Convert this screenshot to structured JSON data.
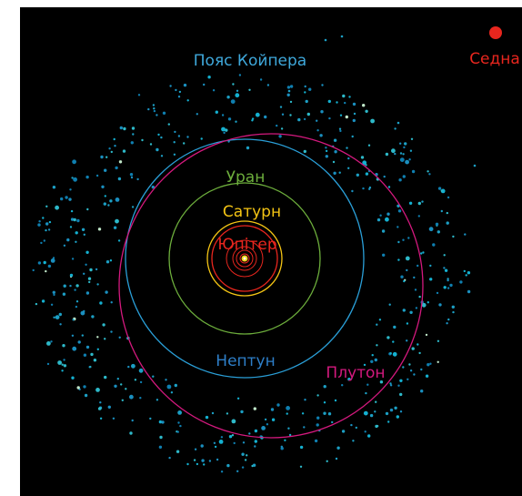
{
  "labels": {
    "kuiper_belt": "Пояс Койпера",
    "sedna": "Седна",
    "uranus": "Уран",
    "saturn": "Сатурн",
    "jupiter": "Юпітер",
    "neptune": "Нептун",
    "pluto": "Плутон"
  },
  "colors": {
    "background": "#000000",
    "kuiper_label": "#3fa9dc",
    "sedna": "#e8261e",
    "uranus": "#6dae3c",
    "saturn": "#f4c414",
    "jupiter": "#e8261e",
    "neptune": "#2a9fd8",
    "neptune_label": "#2e7fc9",
    "pluto": "#d4197e",
    "inner_orbits": "#e8261e",
    "sun": "#f4d21e",
    "belt_objects": "#1c9fc4"
  }
}
